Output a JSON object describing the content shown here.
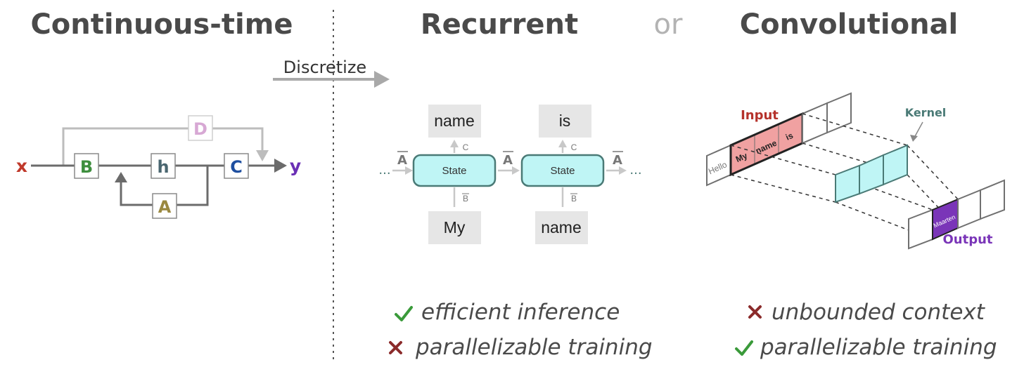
{
  "titles": {
    "continuous": "Continuous-time",
    "recurrent": "Recurrent",
    "or": "or",
    "convolutional": "Convolutional"
  },
  "discretize_label": "Discretize",
  "continuous_diagram": {
    "input": "x",
    "output": "y",
    "blocks": {
      "b": "B",
      "h": "h",
      "c": "C",
      "a": "A",
      "d": "D"
    },
    "colors": {
      "x": "#c0392b",
      "y": "#6a2fb5",
      "b": "#3e8e3e",
      "h": "#4a6670",
      "c": "#1f4fa0",
      "a": "#9a8840",
      "d": "#d7a8d4"
    }
  },
  "recurrent_diagram": {
    "state_label": "State",
    "a_bar": "A",
    "b_bar": "B",
    "c_label": "C",
    "ellipsis": "...",
    "cells": [
      {
        "output_token": "name",
        "input_token": "My"
      },
      {
        "output_token": "is",
        "input_token": "name"
      }
    ]
  },
  "conv_diagram": {
    "input_label": "Input",
    "kernel_label": "Kernel",
    "output_label": "Output",
    "input_tokens": [
      "Hello",
      "My",
      "name",
      "is"
    ],
    "output_token": "Maarten",
    "colors": {
      "input": "#b5322b",
      "kernel": "#4a7a76",
      "output": "#7a35b8",
      "input_fill": "#f0a1a1",
      "kernel_fill": "#bff5f5",
      "output_fill": "#7a35b8"
    }
  },
  "properties": {
    "recurrent": [
      {
        "mark": "check",
        "text": "efficient inference"
      },
      {
        "mark": "cross",
        "text": "parallelizable training"
      }
    ],
    "convolutional": [
      {
        "mark": "cross",
        "text": "unbounded context"
      },
      {
        "mark": "check",
        "text": "parallelizable training"
      }
    ]
  },
  "mark_colors": {
    "check": "#3a9a3a",
    "cross": "#8b2b2b"
  }
}
